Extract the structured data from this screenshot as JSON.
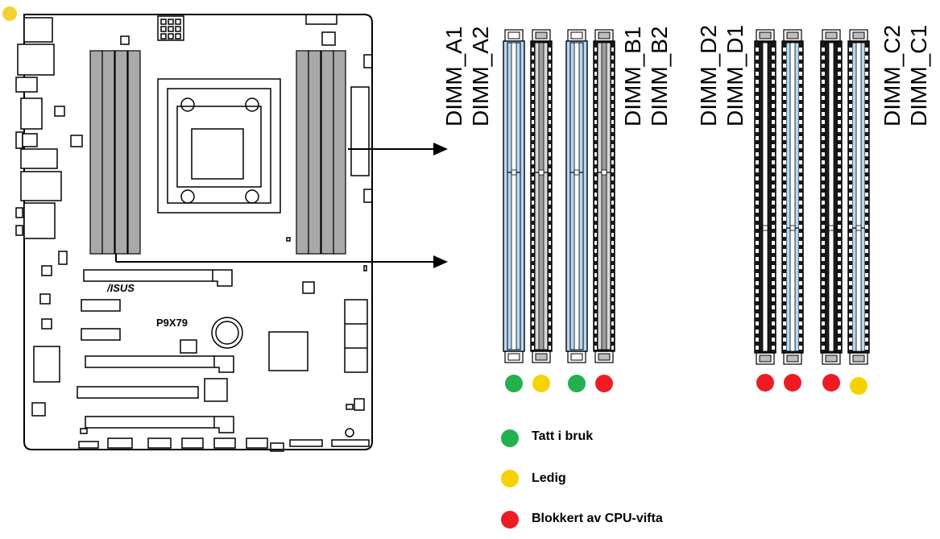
{
  "board": {
    "model": "P9X79",
    "brand": "/ISUS"
  },
  "dimm_labels": {
    "a1": "DIMM_A1",
    "a2": "DIMM_A2",
    "b1": "DIMM_B1",
    "b2": "DIMM_B2",
    "d2": "DIMM_D2",
    "d1": "DIMM_D1",
    "c2": "DIMM_C2",
    "c1": "DIMM_C1"
  },
  "slot_status": {
    "a1": "used",
    "a2": "free",
    "b1": "used",
    "b2": "blocked",
    "d2": "blocked",
    "d1": "blocked",
    "c2": "blocked",
    "c1": "free"
  },
  "legend": {
    "used": "Tatt i bruk",
    "free": "Ledig",
    "blocked": "Blokkert av CPU-vifta"
  },
  "colors": {
    "used": "#22b14c",
    "free": "#f5d300",
    "blocked": "#ed1c24",
    "slot_blue": "#b8d8f3",
    "slot_dark": "#1a1a1a",
    "slot_grey": "#9e9e9e",
    "corner_dot": "#f2d22e"
  }
}
